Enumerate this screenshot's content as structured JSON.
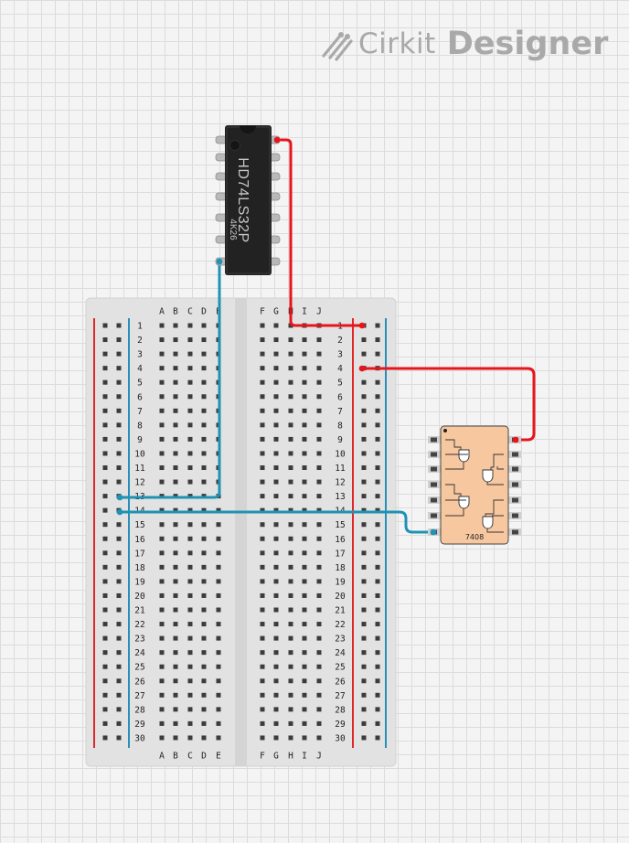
{
  "branding": {
    "word1": "Cirkit",
    "word2": "Designer"
  },
  "breadboard": {
    "rows": 30,
    "columns_left": [
      "A",
      "B",
      "C",
      "D",
      "E"
    ],
    "columns_right": [
      "F",
      "G",
      "H",
      "I",
      "J"
    ],
    "rail_colors": {
      "positive": "#e0282a",
      "negative": "#2a8fb8"
    }
  },
  "chip_dip": {
    "marking_line1": "HD74LS32P",
    "marking_line2": "4K26",
    "pins": 14
  },
  "chip_7408": {
    "label": "7408",
    "pins": 14,
    "gates": 4
  },
  "wires": [
    {
      "name": "wire-red-ic-to-row1",
      "color": "#e8141c"
    },
    {
      "name": "wire-red-row4-to-7408",
      "color": "#e8141c"
    },
    {
      "name": "wire-blue-ic-to-row13",
      "color": "#1e93b3"
    },
    {
      "name": "wire-blue-row14-to-7408",
      "color": "#1e93b3"
    }
  ]
}
